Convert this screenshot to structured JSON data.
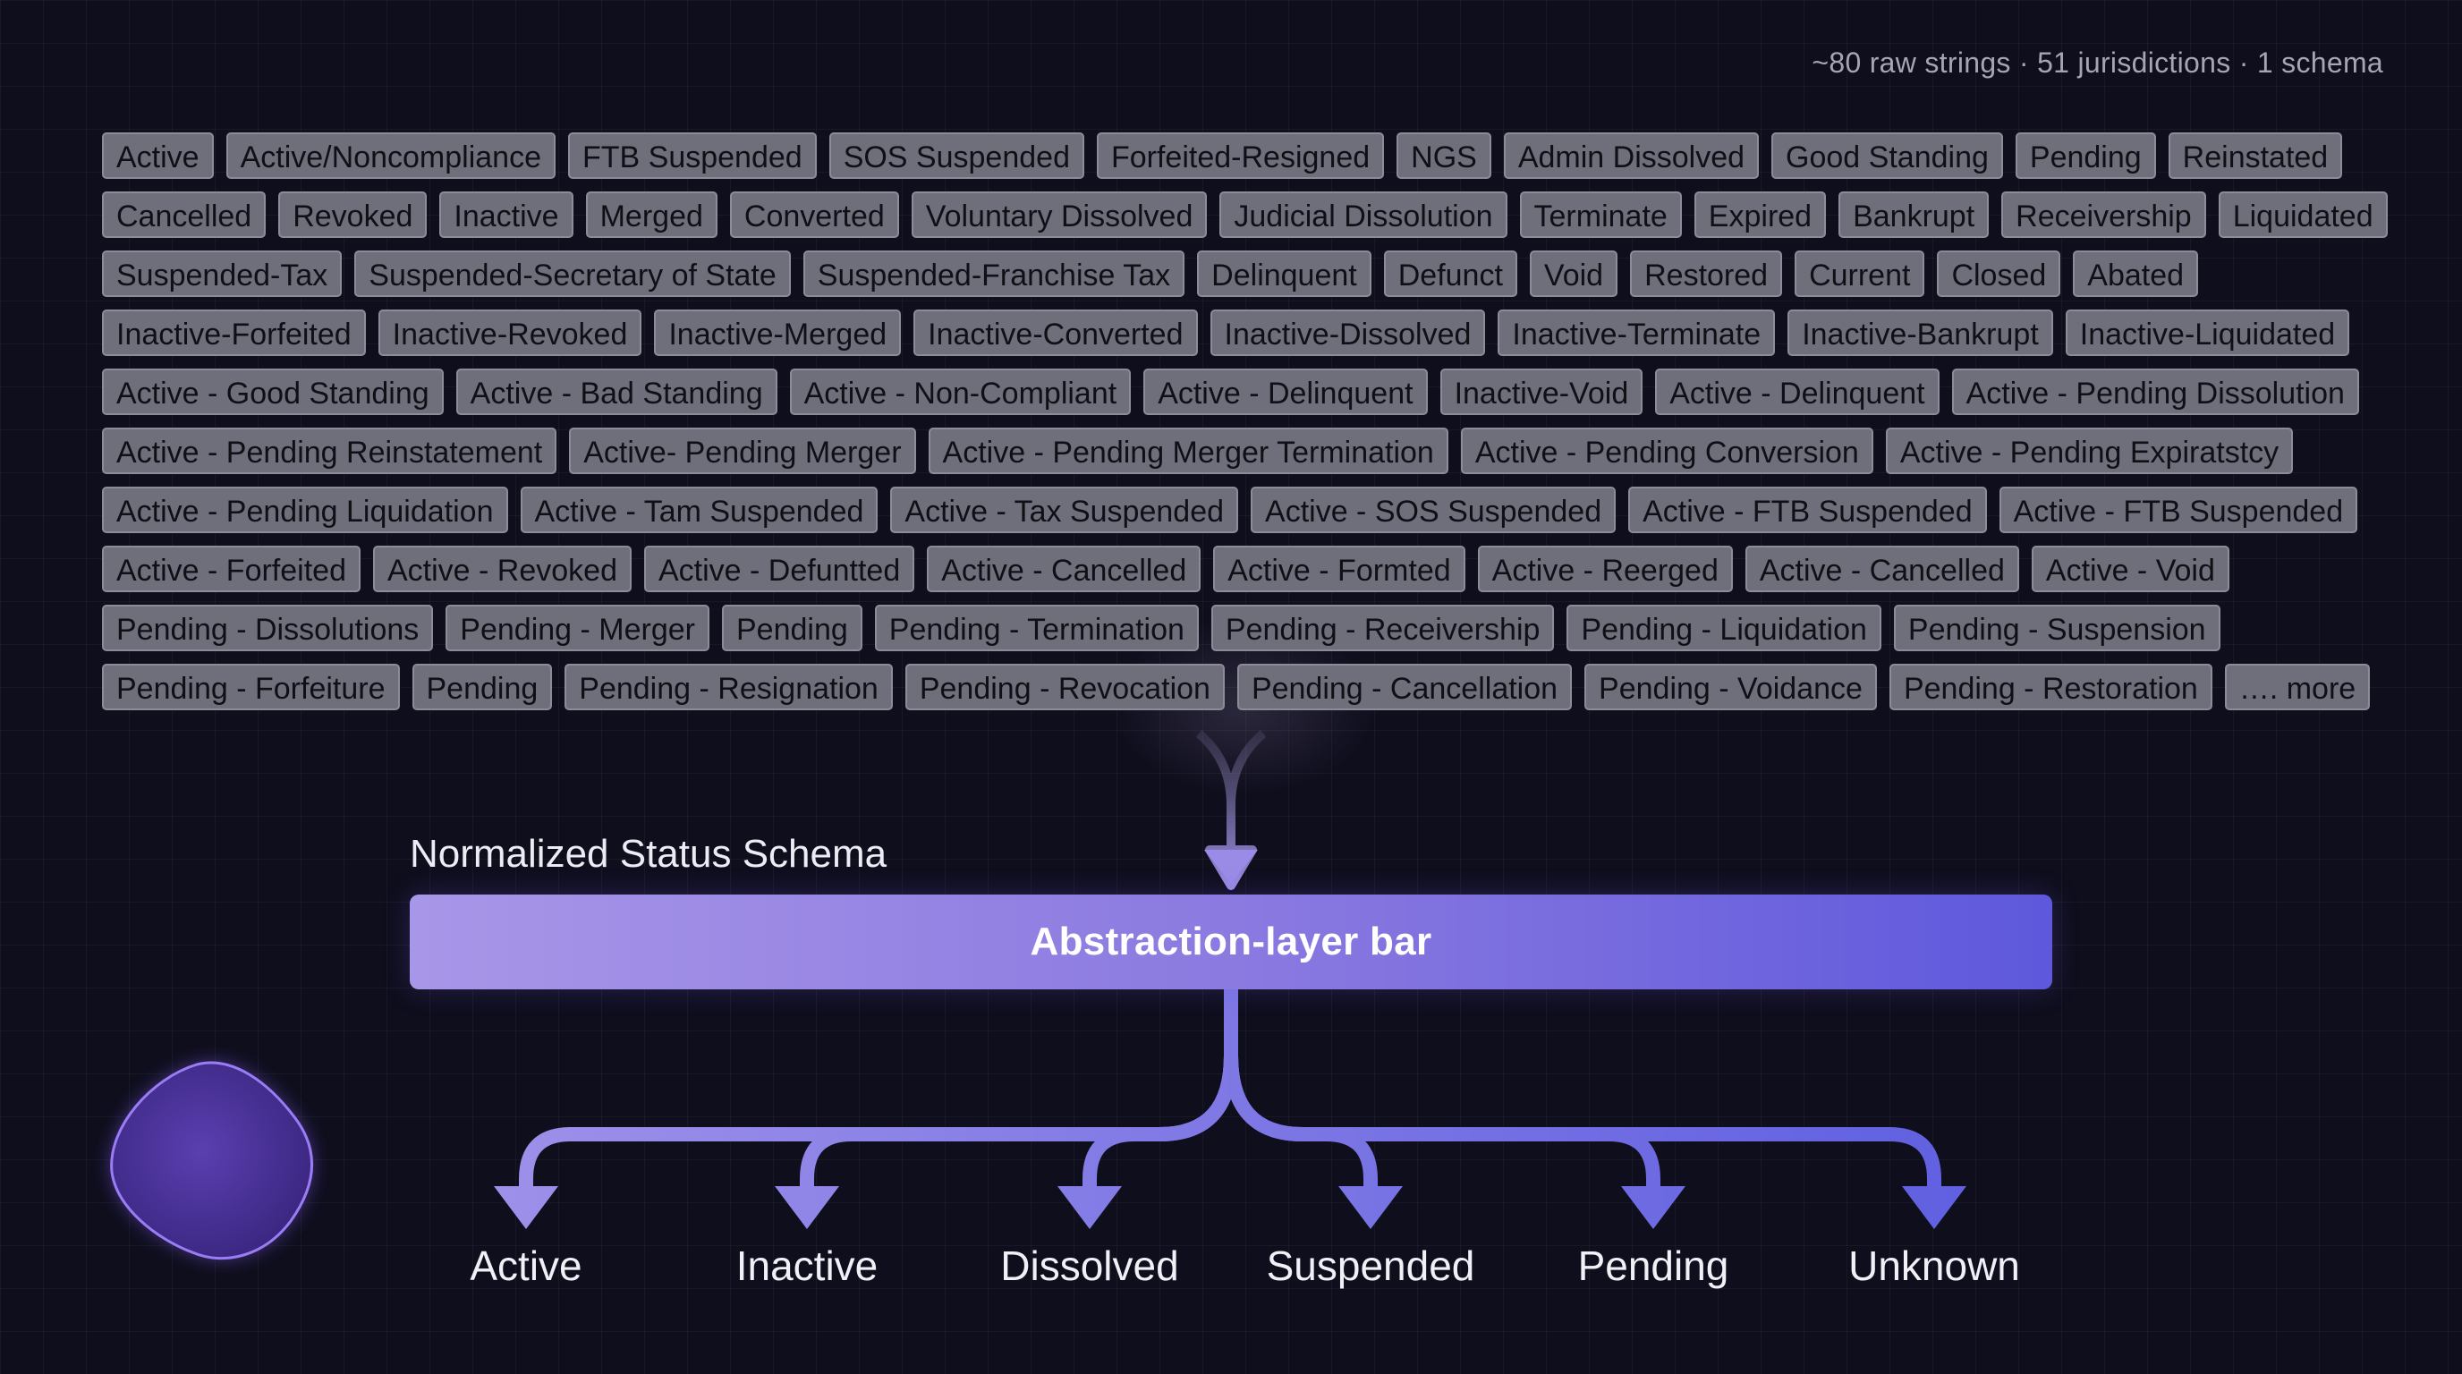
{
  "caption": "~80 raw strings · 51 jurisdictions · 1 schema",
  "raw_status_rows": [
    [
      "Active",
      "Active/Noncompliance",
      "FTB Suspended",
      "SOS Suspended",
      "Forfeited-Resigned",
      "NGS",
      "Admin Dissolved",
      "Good Standing",
      "Pending",
      "Reinstated"
    ],
    [
      "Cancelled",
      "Revoked",
      "Inactive",
      "Merged",
      "Converted",
      "Voluntary Dissolved",
      "Judicial Dissolution",
      "Terminate",
      "Expired",
      "Bankrupt",
      "Receivership",
      "Liquidated"
    ],
    [
      "Suspended-Tax",
      "Suspended-Secretary of State",
      "Suspended-Franchise Tax",
      "Delinquent",
      "Defunct",
      "Void",
      "Restored",
      "Current",
      "Closed",
      "Abated"
    ],
    [
      "Inactive-Forfeited",
      "Inactive-Revoked",
      "Inactive-Merged",
      "Inactive-Converted",
      "Inactive-Dissolved",
      "Inactive-Terminate",
      "Inactive-Bankrupt",
      "Inactive-Liquidated"
    ],
    [
      "Active - Good Standing",
      "Active - Bad Standing",
      "Active - Non-Compliant",
      "Active - Delinquent",
      "Inactive-Void",
      "Active - Delinquent",
      "Active - Pending Dissolution"
    ],
    [
      "Active - Pending Reinstatement",
      "Active- Pending Merger",
      "Active - Pending Merger  Termination",
      "Active - Pending Conversion",
      "Active - Pending Expiratstcy"
    ],
    [
      "Active - Pending Liquidation",
      "Active - Tam Suspended",
      "Active - Tax Suspended",
      "Active - SOS Suspended",
      "Active - FTB Suspended",
      "Active - FTB Suspended"
    ],
    [
      "Active - Forfeited",
      "Active - Revoked",
      "Active - Defuntted",
      "Active - Cancelled",
      "Active  - Formted",
      "Active - Reerged",
      "Active - Cancelled",
      "Active - Void"
    ],
    [
      "Pending - Dissolutions",
      "Pending - Merger",
      "Pending",
      "Pending - Termination",
      "Pending - Receivership",
      "Pending - Liquidation",
      "Pending - Suspension"
    ],
    [
      "Pending - Forfeiture",
      "Pending",
      "Pending - Resignation",
      "Pending - Revocation",
      "Pending - Cancellation",
      "Pending - Voidance",
      "Pending - Restoration",
      "…. more"
    ]
  ],
  "schema_title": "Normalized Status Schema",
  "abstraction_bar_label": "Abstraction-layer bar",
  "outputs": [
    "Active",
    "Inactive",
    "Dissolved",
    "Suspended",
    "Pending",
    "Unknown"
  ],
  "colors": {
    "background": "#0f0e1d",
    "chip_fill": "#6f6f7c",
    "bar_gradient_start": "#a896e8",
    "bar_gradient_end": "#5e58dc",
    "arrow_start": "#9b8de6",
    "arrow_end": "#5b5ce0",
    "blob": "#6a4fc9"
  }
}
